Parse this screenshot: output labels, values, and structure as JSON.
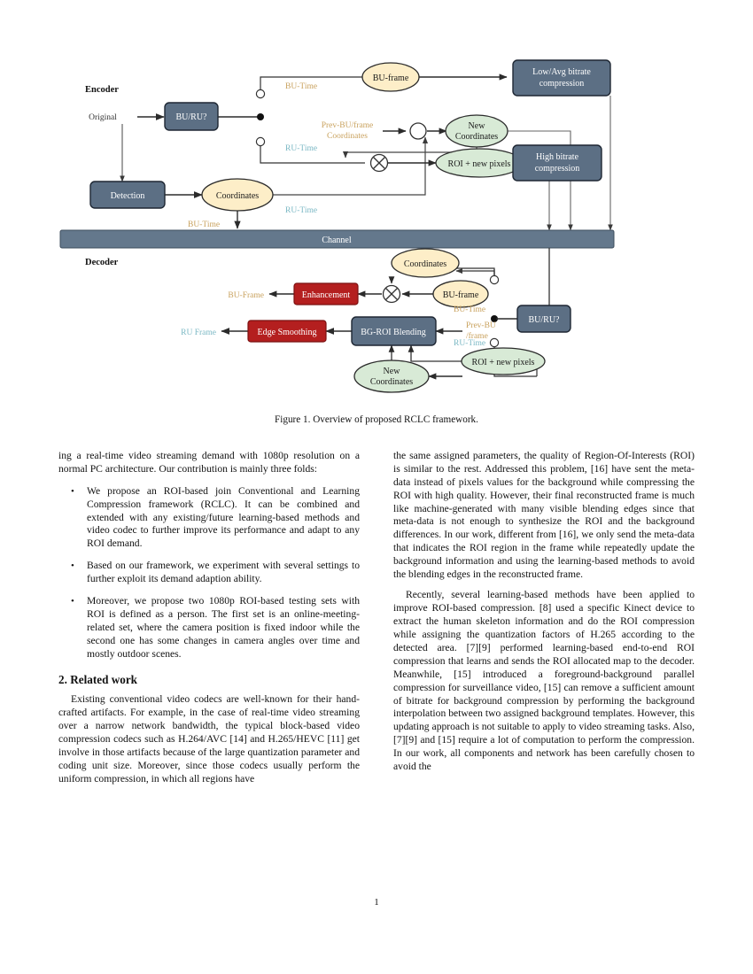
{
  "document": {
    "page_number": "1",
    "figure_caption": "Figure 1. Overview of proposed RCLC framework."
  },
  "figure": {
    "sections": {
      "encoder": "Encoder",
      "decoder": "Decoder"
    },
    "colors": {
      "slate_box": "#5c6f84",
      "red_box": "#b41f1f",
      "cream_ellipse": "#fdeec8",
      "green_ellipse": "#d8ead6",
      "channel_bar": "#64788c",
      "tan_text": "#c9a25e",
      "teal_text": "#7bb8c4"
    },
    "encoder_nodes": {
      "original": "Original",
      "bu_ru": "BU/RU?",
      "detection": "Detection",
      "coordinates": "Coordinates",
      "bu_frame": "BU-frame",
      "prev_bu_frame_coordinates_l1": "Prev-BU/frame",
      "prev_bu_frame_coordinates_l2": "Coordinates",
      "new_coordinates_l1": "New",
      "new_coordinates_l2": "Coordinates",
      "roi_new_pixels": "ROI + new pixels",
      "low_avg_bitrate_l1": "Low/Avg bitrate",
      "low_avg_bitrate_l2": "compression",
      "high_bitrate_l1": "High bitrate",
      "high_bitrate_l2": "compression"
    },
    "encoder_edge_labels": {
      "bu_time_top": "BU-Time",
      "ru_time_mid": "RU-Time",
      "bu_time_bottom": "BU-Time",
      "ru_time_bottom": "RU-Time"
    },
    "channel": "Channel",
    "decoder_nodes": {
      "coordinates": "Coordinates",
      "bu_frame": "BU-frame",
      "enhancement": "Enhancement",
      "bu_frame_out": "BU-Frame",
      "edge_smoothing": "Edge Smoothing",
      "ru_frame_out": "RU Frame",
      "bg_roi_blending": "BG-ROI Blending",
      "new_coordinates_l1": "New",
      "new_coordinates_l2": "Coordinates",
      "roi_new_pixels": "ROI + new pixels",
      "bu_ru": "BU/RU?",
      "prev_bu_l1": "Prev-BU",
      "prev_bu_l2": "/frame"
    },
    "decoder_edge_labels": {
      "bu_time": "BU-Time",
      "ru_time": "RU-Time"
    }
  },
  "left_column": {
    "para1": "ing a real-time video streaming demand with 1080p resolution on a normal PC architecture. Our contribution is mainly three folds:",
    "bullets": [
      "We propose an ROI-based join Conventional and Learning Compression framework (RCLC). It can be combined and extended with any existing/future learning-based methods and video codec to further improve its performance and adapt to any ROI demand.",
      "Based on our framework, we experiment with several settings to further exploit its demand adaption ability.",
      "Moreover, we propose two 1080p ROI-based testing sets with ROI is defined as a person. The first set is an online-meeting-related set, where the camera position is fixed indoor while the second one has some changes in camera angles over time and mostly outdoor scenes."
    ],
    "section_heading": "2. Related work",
    "para2": "Existing conventional video codecs are well-known for their hand-crafted artifacts. For example, in the case of real-time video streaming over a narrow network bandwidth, the typical block-based video compression codecs such as H.264/AVC [14] and H.265/HEVC [11] get involve in those artifacts because of the large quantization parameter and coding unit size. Moreover, since those codecs usually perform the uniform compression, in which all regions have"
  },
  "right_column": {
    "para1": "the same assigned parameters, the quality of Region-Of-Interests (ROI) is similar to the rest. Addressed this problem, [16] have sent the meta-data instead of pixels values for the background while compressing the ROI with high quality. However, their final reconstructed frame is much like machine-generated with many visible blending edges since that meta-data is not enough to synthesize the ROI and the background differences. In our work, different from [16], we only send the meta-data that indicates the ROI region in the frame while repeatedly update the background information and using the learning-based methods to avoid the blending edges in the reconstructed frame.",
    "para2": "Recently, several learning-based methods have been applied to improve ROI-based compression. [8] used a specific Kinect device to extract the human skeleton information and do the ROI compression while assigning the quantization factors of H.265 according to the detected area. [7][9] performed learning-based end-to-end ROI compression that learns and sends the ROI allocated map to the decoder. Meanwhile, [15] introduced a foreground-background parallel compression for surveillance video, [15] can remove a sufficient amount of bitrate for background compression by performing the background interpolation between two assigned background templates. However, this updating approach is not suitable to apply to video streaming tasks. Also, [7][9] and [15] require a lot of computation to perform the compression. In our work, all components and network has been carefully chosen to avoid the"
  }
}
